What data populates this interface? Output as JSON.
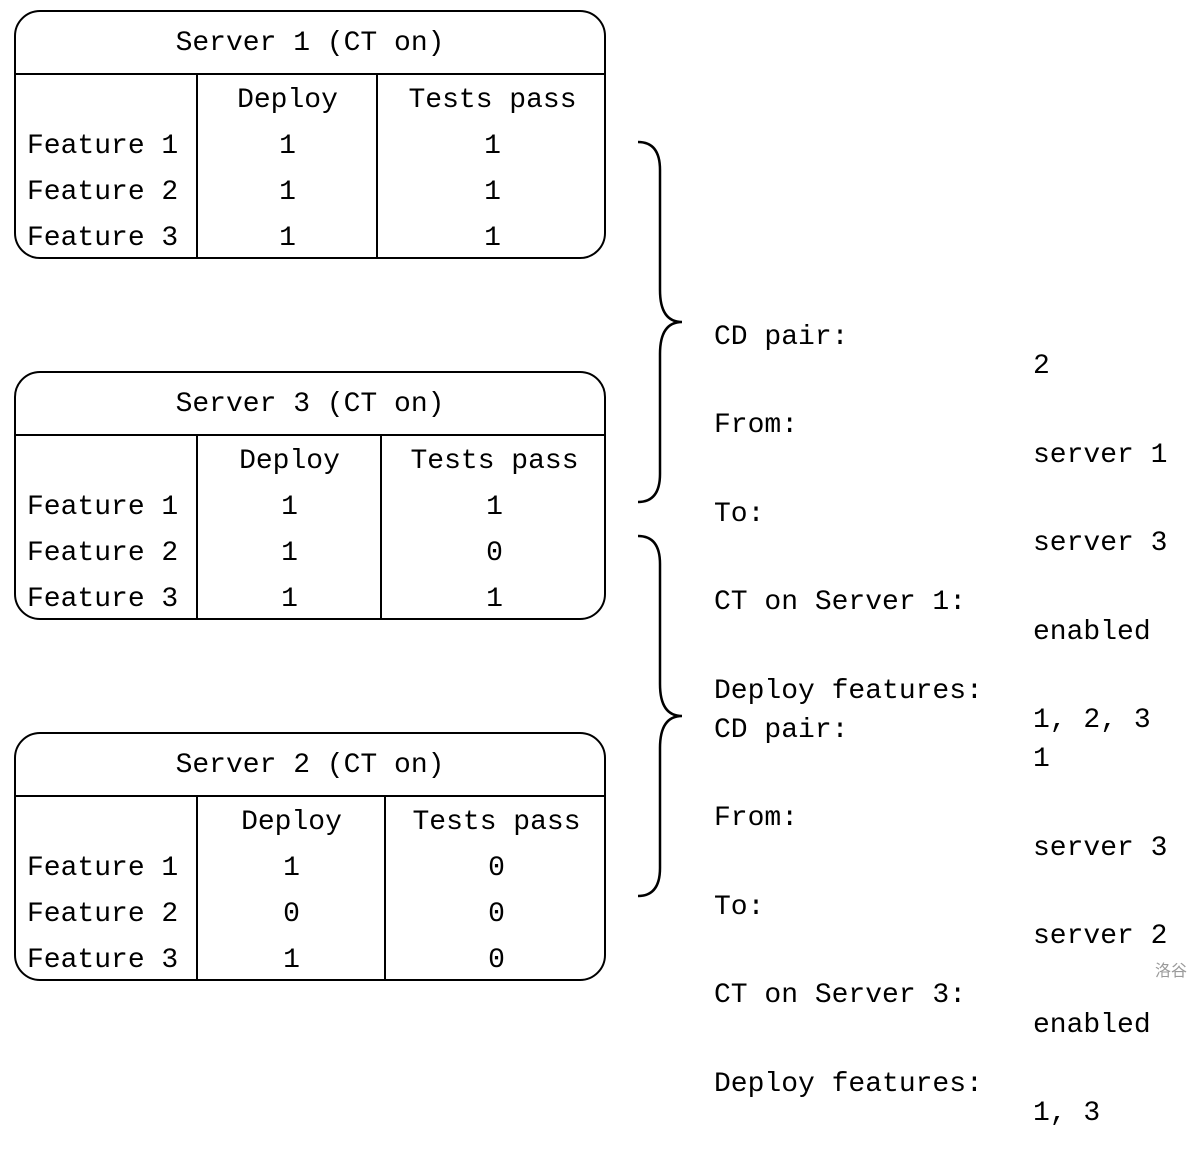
{
  "servers": [
    {
      "title": "Server 1 (CT on)",
      "columns": [
        "Deploy",
        "Tests pass"
      ],
      "rows": [
        {
          "label": "Feature 1",
          "deploy": "1",
          "tests": "1"
        },
        {
          "label": "Feature 2",
          "deploy": "1",
          "tests": "1"
        },
        {
          "label": "Feature 3",
          "deploy": "1",
          "tests": "1"
        }
      ]
    },
    {
      "title": "Server 3 (CT on)",
      "columns": [
        "Deploy",
        "Tests pass"
      ],
      "rows": [
        {
          "label": "Feature 1",
          "deploy": "1",
          "tests": "1"
        },
        {
          "label": "Feature 2",
          "deploy": "1",
          "tests": "0"
        },
        {
          "label": "Feature 3",
          "deploy": "1",
          "tests": "1"
        }
      ]
    },
    {
      "title": "Server 2 (CT on)",
      "columns": [
        "Deploy",
        "Tests pass"
      ],
      "rows": [
        {
          "label": "Feature 1",
          "deploy": "1",
          "tests": "0"
        },
        {
          "label": "Feature 2",
          "deploy": "0",
          "tests": "0"
        },
        {
          "label": "Feature 3",
          "deploy": "1",
          "tests": "0"
        }
      ]
    }
  ],
  "cd_pairs": [
    {
      "rows": [
        {
          "key": "CD pair:",
          "value": "2"
        },
        {
          "key": "From:",
          "value": "server 1"
        },
        {
          "key": "To:",
          "value": "server 3"
        },
        {
          "key": "CT on Server 1:",
          "value": "enabled"
        },
        {
          "key": "Deploy features:",
          "value": "1, 2, 3"
        }
      ]
    },
    {
      "rows": [
        {
          "key": "CD pair:",
          "value": "1"
        },
        {
          "key": "From:",
          "value": "server 3"
        },
        {
          "key": "To:",
          "value": "server 2"
        },
        {
          "key": "CT on Server 3:",
          "value": "enabled"
        },
        {
          "key": "Deploy features:",
          "value": "1, 3"
        }
      ]
    }
  ],
  "watermark": "洛谷"
}
